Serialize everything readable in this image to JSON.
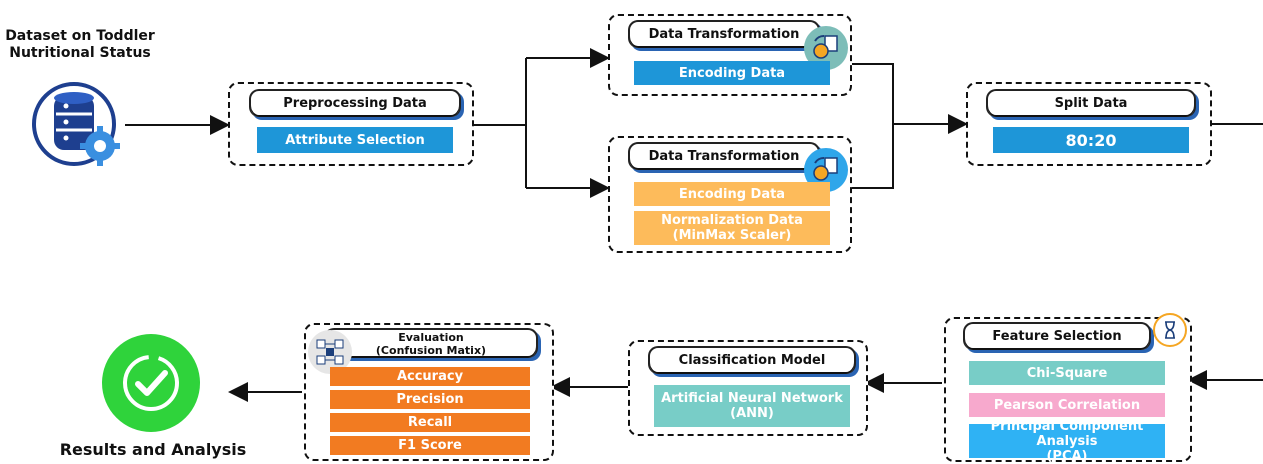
{
  "dataset": {
    "title_line1": "Dataset on Toddler",
    "title_line2": "Nutritional Status"
  },
  "preprocessing": {
    "title": "Preprocessing Data",
    "item": "Attribute Selection"
  },
  "transform_top": {
    "title": "Data Transformation",
    "item": "Encoding Data"
  },
  "transform_bottom": {
    "title": "Data Transformation",
    "item1": "Encoding Data",
    "item2_line1": "Normalization Data",
    "item2_line2": "(MinMax Scaler)"
  },
  "split": {
    "title": "Split Data",
    "item": "80:20"
  },
  "feature": {
    "title": "Feature Selection",
    "item1": "Chi-Square",
    "item2": "Pearson Correlation",
    "item3_line1": "Principal Component Analysis",
    "item3_line2": "(PCA)"
  },
  "classification": {
    "title": "Classification Model",
    "item_line1": "Artificial Neural Network",
    "item_line2": "(ANN)"
  },
  "evaluation": {
    "title_line1": "Evaluation",
    "title_line2": "(Confusion Matix)",
    "items": [
      "Accuracy",
      "Precision",
      "Recall",
      "F1 Score"
    ]
  },
  "results": {
    "title": "Results and Analysis"
  }
}
